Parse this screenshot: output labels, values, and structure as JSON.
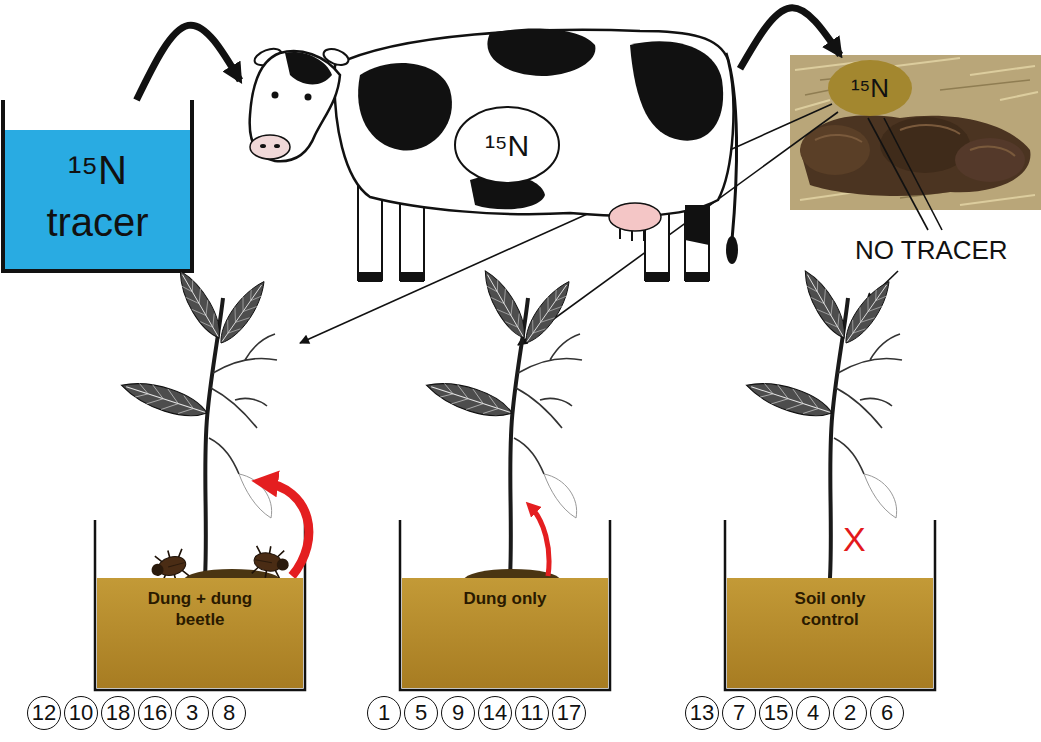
{
  "diagram": {
    "nodes": [
      {
        "text": [
          "¹⁵N tracer"
        ]
      },
      {
        "text": [
          "¹⁵N"
        ]
      },
      {
        "text": [
          "¹⁵N"
        ]
      },
      {
        "text": [
          "Dung + dung beetle"
        ]
      },
      {
        "text": [
          "Dung only"
        ]
      },
      {
        "text": [
          "Soil only control"
        ]
      },
      {
        "text": [
          "12"
        ]
      },
      {
        "text": [
          "10"
        ]
      },
      {
        "text": [
          "18"
        ]
      },
      {
        "text": [
          "16"
        ]
      },
      {
        "text": [
          "3"
        ]
      },
      {
        "text": [
          "8"
        ]
      },
      {
        "text": [
          "1"
        ]
      },
      {
        "text": [
          "5"
        ]
      },
      {
        "text": [
          "9"
        ]
      },
      {
        "text": [
          "14"
        ]
      },
      {
        "text": [
          "11"
        ]
      },
      {
        "text": [
          "17"
        ]
      },
      {
        "text": [
          "13"
        ]
      },
      {
        "text": [
          "7"
        ]
      },
      {
        "text": [
          "15"
        ]
      },
      {
        "text": [
          "4"
        ]
      },
      {
        "text": [
          "2"
        ]
      },
      {
        "text": [
          "6"
        ]
      }
    ],
    "edges": [
      {
        "from": 0,
        "to": 1,
        "arrow": "to"
      },
      {
        "from": 1,
        "to": 2,
        "arrow": "to"
      }
    ],
    "labels": [
      "NO TRACER",
      "X"
    ]
  }
}
